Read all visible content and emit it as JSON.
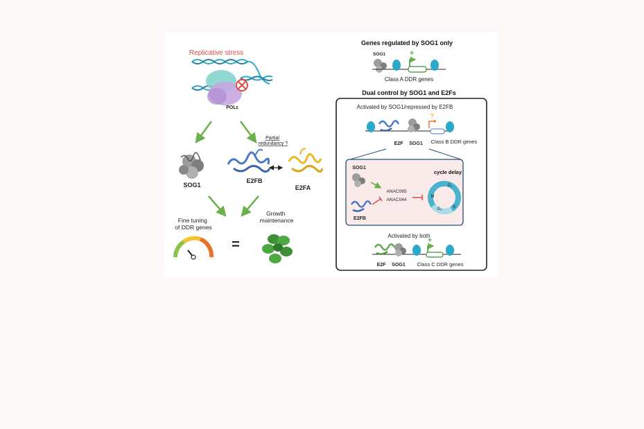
{
  "left_panel": {
    "replicative_stress": "Replicative stress",
    "pole_label": "POLε",
    "sog1_label": "SOG1",
    "e2fb_label": "E2FB",
    "e2fa_label": "E2FA",
    "partial_redundancy": "Partial redundancy ?",
    "fine_tuning": "Fine tuning of DDR genes",
    "growth_maintenance": "Growth maintenance",
    "equals": "="
  },
  "right_panel": {
    "sog1_only_title": "Genes regulated by SOG1 only",
    "sog1_small": "SOG1",
    "class_a": "Class A DDR genes",
    "dual_control_title": "Dual control by SOG1 and E2Fs",
    "activated_repressed": "Activated by SOG1/repressed by E2FB",
    "question_mark": "?",
    "e2f_b": "E2F",
    "sog1_b": "SOG1",
    "class_b": "Class B DDR genes",
    "inset_sog1": "SOG1",
    "inset_e2fb": "E2FB",
    "anac085": "ANAC085",
    "anac044": "ANAC044",
    "cycle_delay": "cycle delay",
    "phase_g1": "G1",
    "phase_m": "M",
    "phase_g2": "G2",
    "phase_s": "S",
    "activated_both": "Activated by both",
    "e2f_c": "E2F",
    "sog1_c": "SOG1",
    "class_c": "Class C DDR genes",
    "plus": "+"
  },
  "colors": {
    "replicative_stress": "#e04a4a",
    "arrow_green": "#6ab04c",
    "repress_red": "#d9534f",
    "sog1_gray": "#8a8a8a",
    "e2fb_blue": "#4a78c8",
    "e2fa_yellow": "#e8b923",
    "nucleosome_teal": "#2aa9c9",
    "inset_pink": "#fbeaea"
  }
}
